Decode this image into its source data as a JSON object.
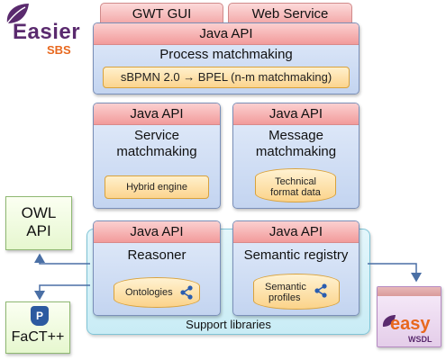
{
  "logo_easier": {
    "main": "Easier",
    "sub": "SBS"
  },
  "logo_easy": {
    "main": "easy",
    "sub": "WSDL"
  },
  "top_tabs": {
    "gwt": "GWT GUI",
    "web_service": "Web Service"
  },
  "process": {
    "api": "Java API",
    "title": "Process matchmaking",
    "inner": "sBPMN 2.0 → BPEL (n-m matchmaking)"
  },
  "service": {
    "api": "Java API",
    "title_line1": "Service",
    "title_line2": "matchmaking",
    "inner": "Hybrid engine"
  },
  "message": {
    "api": "Java API",
    "title_line1": "Message",
    "title_line2": "matchmaking",
    "inner_line1": "Technical",
    "inner_line2": "format data"
  },
  "reasoner": {
    "api": "Java API",
    "title": "Reasoner",
    "inner": "Ontologies"
  },
  "registry": {
    "api": "Java API",
    "title": "Semantic registry",
    "inner_line1": "Semantic",
    "inner_line2": "profiles"
  },
  "support": {
    "label": "Support libraries"
  },
  "owl": {
    "line1": "OWL",
    "line2": "API"
  },
  "fact": {
    "label": "FaCT++",
    "icon_letter": "P"
  },
  "colors": {
    "purple": "#5a2a6e",
    "orange": "#e8681e",
    "blue_box": "#c3d4f0",
    "red_bar": "#f29b9b",
    "support_bg": "#d6f1f7"
  }
}
